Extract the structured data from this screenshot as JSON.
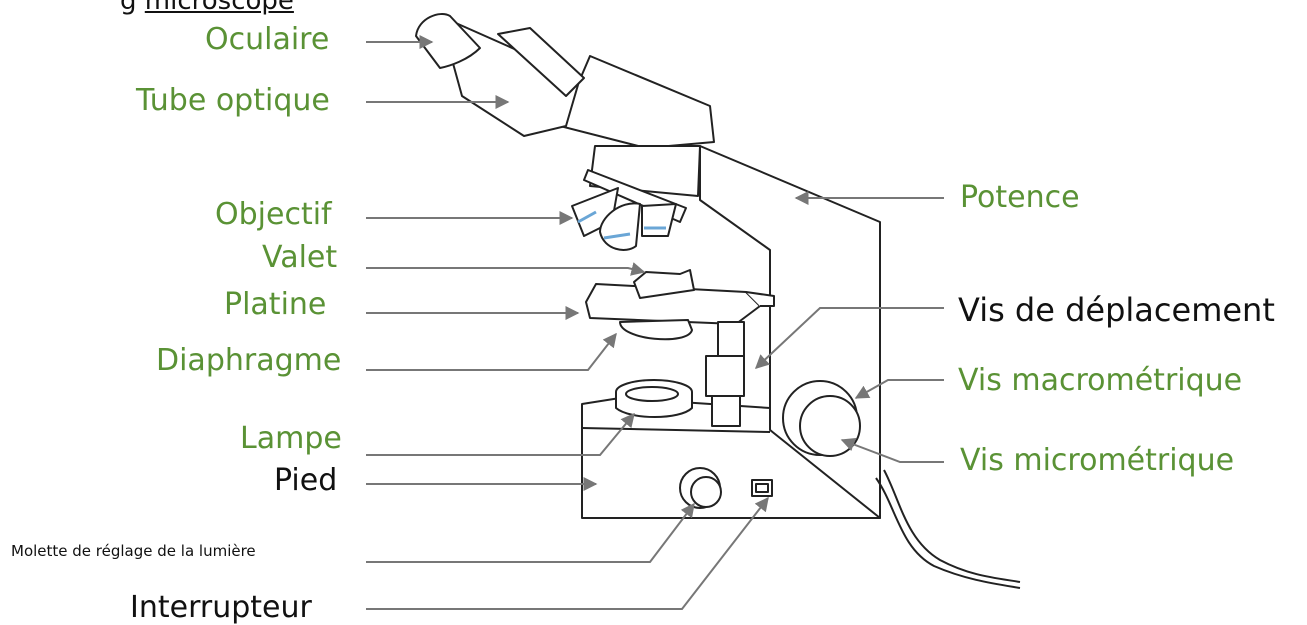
{
  "header_fragment": {
    "prefix": "g",
    "underlined": "microscope"
  },
  "labels": {
    "oculaire": "Oculaire",
    "tube_optique": "Tube optique",
    "objectif": "Objectif",
    "valet": "Valet",
    "platine": "Platine",
    "diaphragme": "Diaphragme",
    "lampe": "Lampe",
    "pied": "Pied",
    "molette": "Molette de réglage de la lumière",
    "interrupteur": "Interrupteur",
    "potence": "Potence",
    "vis_deplacement": "Vis de déplacement",
    "vis_macrometrique": "Vis macrométrique",
    "vis_micrometrique": "Vis micrométrique"
  },
  "colors": {
    "label_green": "#5a9235",
    "label_black": "#111111",
    "line": "#777777",
    "drawing": "#222222",
    "objective_ring": "#6aa6d6"
  }
}
